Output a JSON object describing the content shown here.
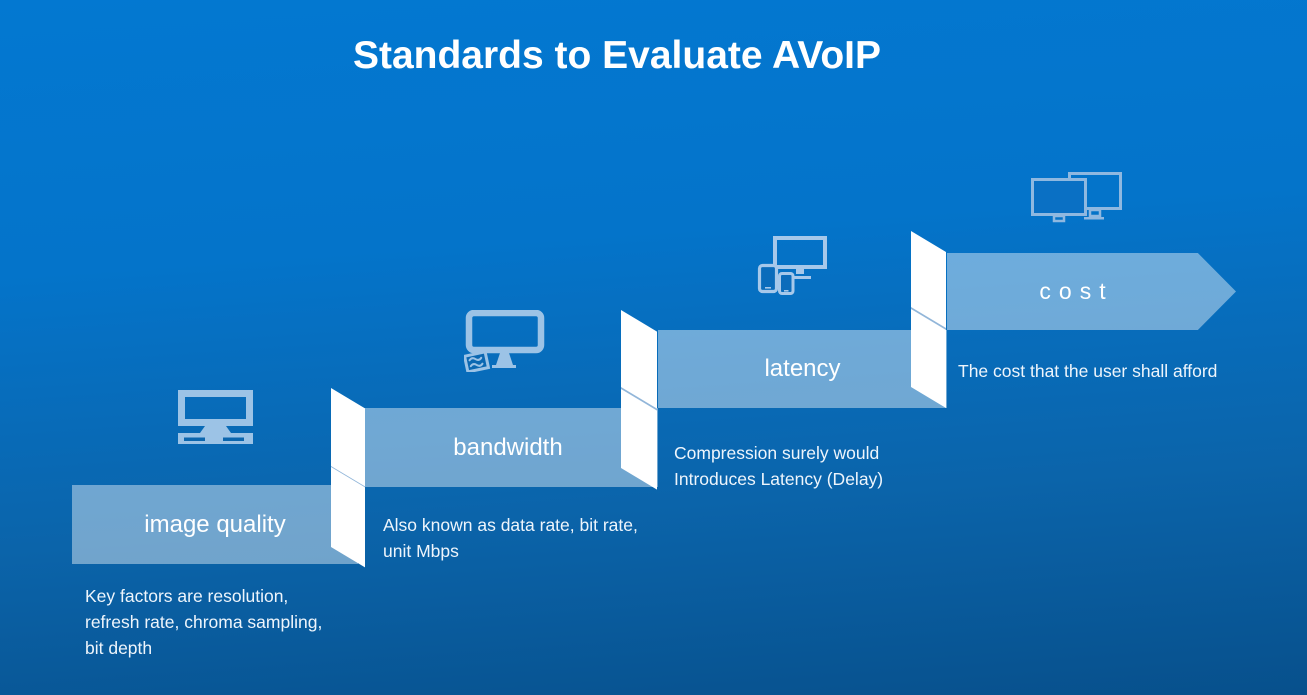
{
  "slide": {
    "title": "Standards to Evaluate AVoIP"
  },
  "colors": {
    "background_top": "#0378d1",
    "background_bottom": "#07508c",
    "band_fill": "rgba(255,255,255,0.42)",
    "fold_white": "#ffffff",
    "fold_seam": "#7fa9d2",
    "icon_blue": "#9cc3e6",
    "text_white": "#ffffff"
  },
  "steps": [
    {
      "id": "image-quality",
      "label": "image quality",
      "description": "Key factors are resolution,\nrefresh rate, chroma sampling,\nbit depth",
      "icon": "desktop-monitor-icon"
    },
    {
      "id": "bandwidth",
      "label": "bandwidth",
      "description": "Also known as data rate, bit rate,\nunit Mbps",
      "icon": "monitor-note-icon"
    },
    {
      "id": "latency",
      "label": "latency",
      "description": "Compression surely would\nIntroduces Latency (Delay)",
      "icon": "multi-device-icon"
    },
    {
      "id": "cost",
      "label": "cost",
      "description": "The cost that the user shall afford",
      "icon": "dual-monitor-icon"
    }
  ]
}
